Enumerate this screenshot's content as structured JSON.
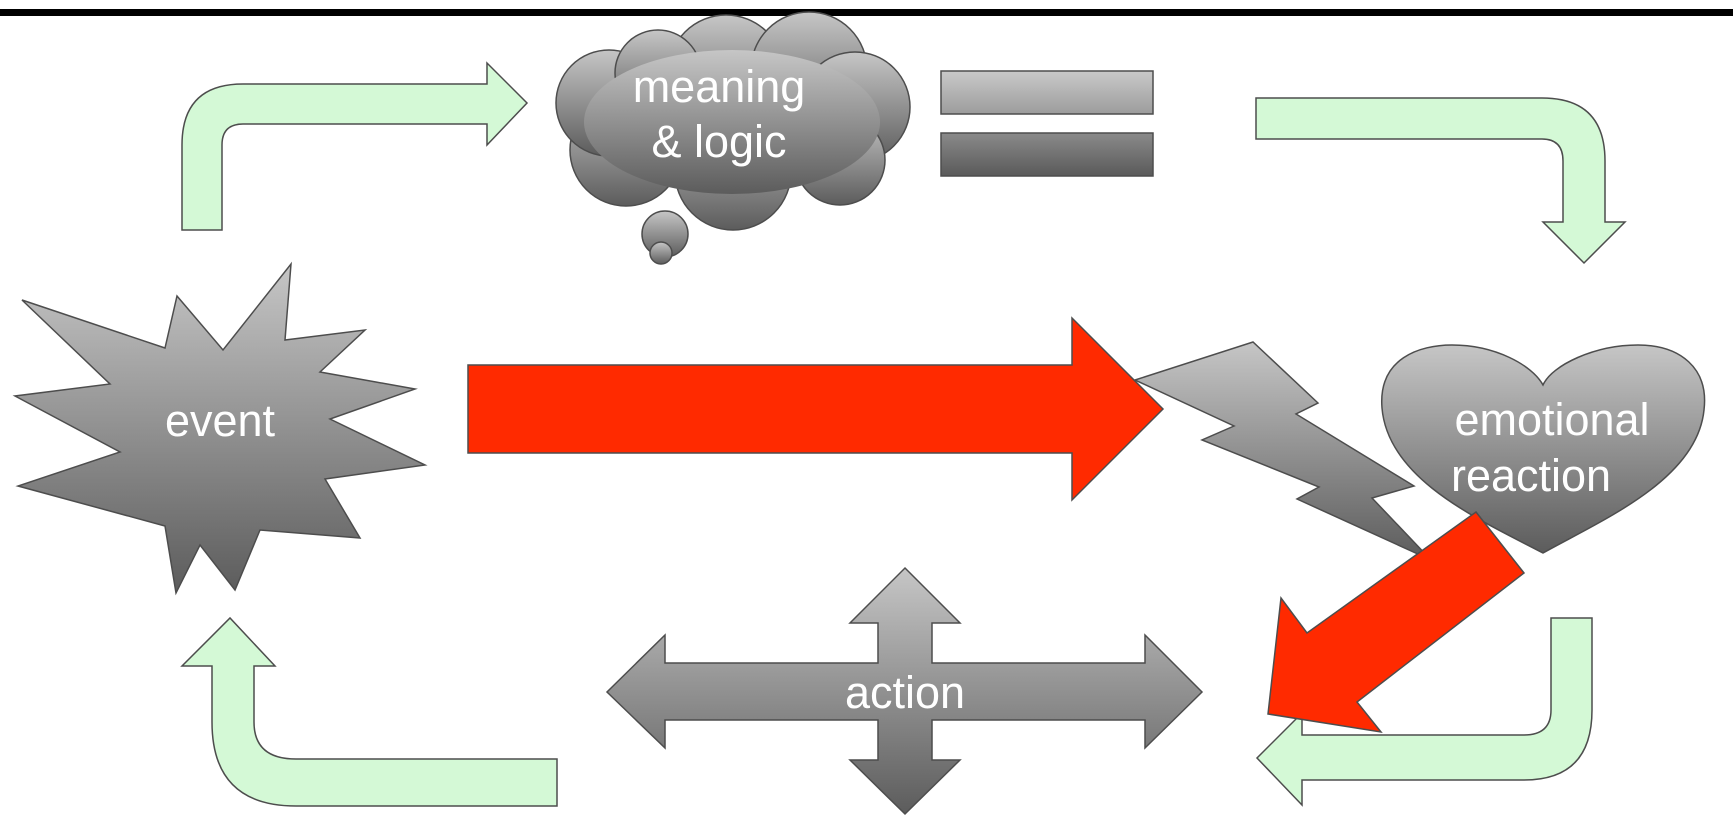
{
  "nodes": {
    "event": {
      "label": "event"
    },
    "meaning": {
      "line1": "meaning",
      "line2": "& logic"
    },
    "emotion": {
      "line1": "emotional",
      "line2": "reaction"
    },
    "action": {
      "label": "action"
    }
  },
  "colors": {
    "loop_arrow_fill": "#d4f9d6",
    "red_arrow": "#ff2a00",
    "gray_light": "#c4c4c4",
    "gray_dark": "#5e5e5e",
    "stroke": "#4d4d4d",
    "top_bar": "#000000"
  },
  "icons": {
    "event_shape": "starburst",
    "meaning_shape": "thought-cloud",
    "equals_shape": "equals-sign",
    "emotion_shape": "heart",
    "lightning_shape": "lightning-bolt",
    "action_shape": "four-way-arrow"
  }
}
